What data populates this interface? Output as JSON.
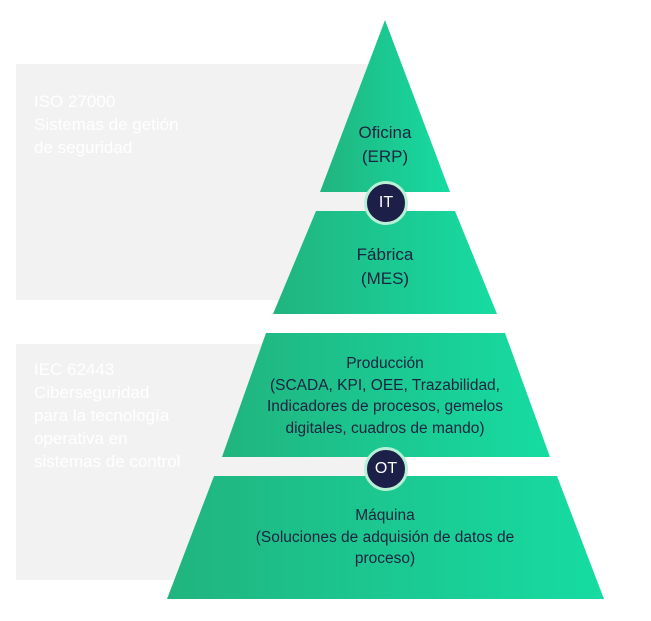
{
  "panels": {
    "iso": {
      "text": "ISO 27000\nSistemas de getión\nde seguridad"
    },
    "iec": {
      "text": "IEC 62443\nCiberseguridad\npara la tecnología\noperativa en\nsistemas de control"
    }
  },
  "pyramid": {
    "colors": {
      "left": "#21b47f",
      "right": "#16dca2"
    },
    "levels": [
      {
        "id": "oficina",
        "text": "Oficina\n(ERP)"
      },
      {
        "id": "fabrica",
        "text": "Fábrica\n(MES)"
      },
      {
        "id": "produccion",
        "text": "Producción\n(SCADA, KPI, OEE, Trazabilidad,\nIndicadores de procesos, gemelos\ndigitales, cuadros de mando)"
      },
      {
        "id": "maquina",
        "text": "Máquina\n(Soluciones de adquisión de datos de\nproceso)"
      }
    ],
    "badges": {
      "it": "IT",
      "ot": "OT"
    }
  }
}
